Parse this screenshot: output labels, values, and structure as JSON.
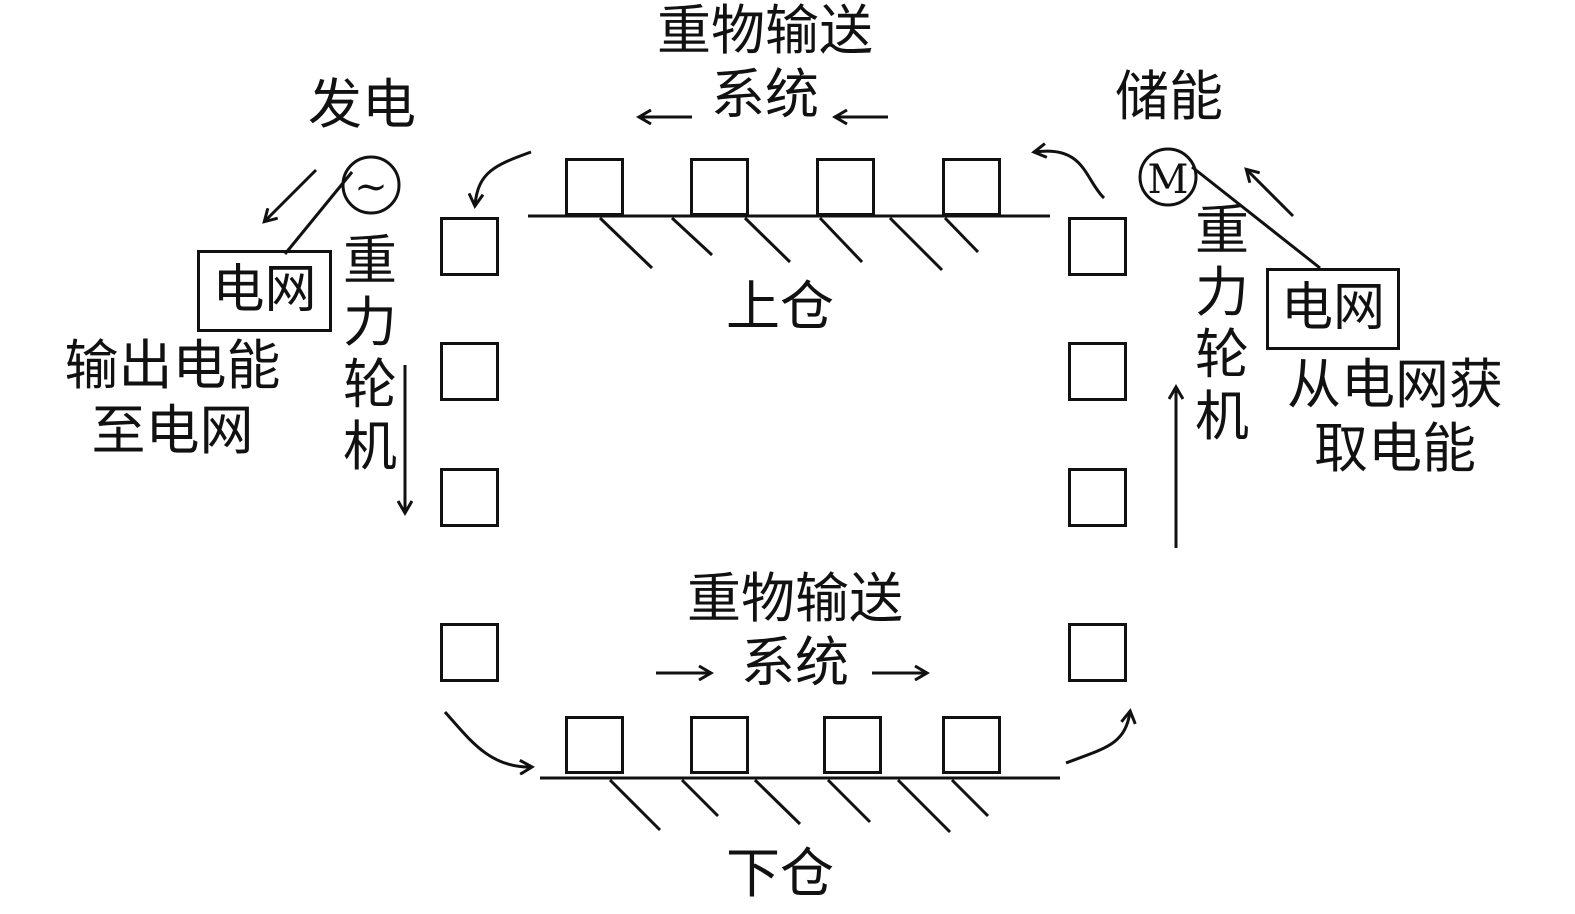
{
  "labels": {
    "top_conveyor_1": "重物输送",
    "top_conveyor_2": "系统",
    "bottom_conveyor_1": "重物输送",
    "bottom_conveyor_2": "系统",
    "generate": "发电",
    "store": "储能",
    "upper_silo": "上仓",
    "lower_silo": "下仓",
    "left_gravity_machine": "重力轮机",
    "right_gravity_machine": "重力轮机",
    "left_grid": "电网",
    "right_grid": "电网",
    "left_output_1": "输出电能",
    "left_output_2": "至电网",
    "right_input_1": "从电网获",
    "right_input_2": "取电能"
  },
  "symbols": {
    "generator": "~",
    "motor": "M"
  },
  "icons": {
    "generator": "generator-icon",
    "motor": "motor-icon"
  },
  "colors": {
    "stroke": "#111111",
    "background": "#ffffff"
  }
}
